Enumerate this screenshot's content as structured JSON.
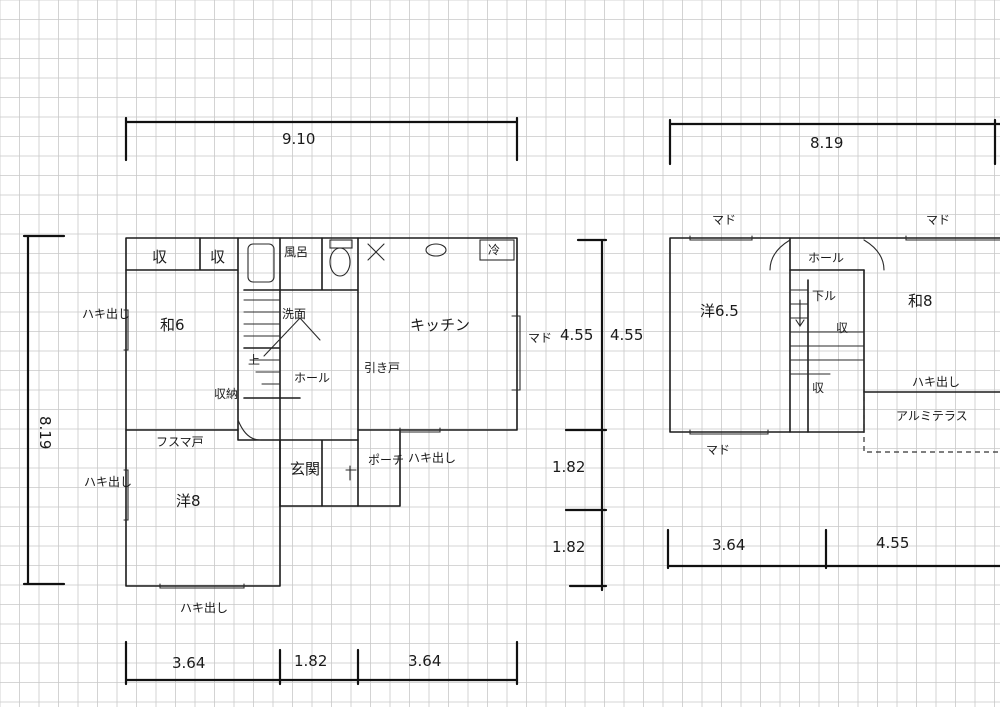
{
  "floor1": {
    "dim_top": "9.10",
    "dim_left": "8.19",
    "dim_bottom": [
      "3.64",
      "1.82",
      "3.64"
    ],
    "dim_right": [
      "1.82",
      "1.82"
    ],
    "rooms": {
      "storage1": "収",
      "storage2": "収",
      "bath": "風呂",
      "washroom": "洗面",
      "kitchen": "キッチン",
      "washitsu": "和6",
      "hall": "ホール",
      "up_stairs": "上",
      "storage_under_stairs": "収納",
      "hikido": "引き戸",
      "entrance": "玄関",
      "porch": "ポーチ",
      "yoshitsu": "洋8",
      "fridge": "冷"
    },
    "labels": {
      "window_right": "マド",
      "sliding_left_1": "ハキ出し",
      "sliding_left_2": "ハキ出し",
      "sliding_bottom": "ハキ出し",
      "sliding_porch": "ハキ出し",
      "fusuma": "フスマ戸"
    }
  },
  "floor2": {
    "dim_top": "8.19",
    "dim_bottom": [
      "3.64",
      "4.55"
    ],
    "dim_mid": [
      "4.55",
      "4.55"
    ],
    "rooms": {
      "yoshitsu": "洋6.5",
      "hall": "ホール",
      "down_stairs": "下ル",
      "washitsu": "和8",
      "storage1": "収",
      "storage2": "収"
    },
    "labels": {
      "window_top_left": "マド",
      "window_top_right": "マド",
      "window_bottom": "マド",
      "sliding": "ハキ出し",
      "terrace": "アルミテラス"
    }
  }
}
